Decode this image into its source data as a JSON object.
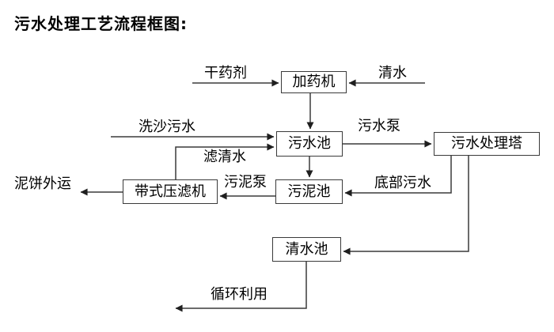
{
  "title": "污水处理工艺流程框图:",
  "nodes": {
    "dosing_machine": "加药机",
    "sewage_pool": "污水池",
    "treatment_tower": "污水处理塔",
    "sludge_pool": "污泥池",
    "belt_filter_press": "带式压滤机",
    "clear_water_pool": "清水池"
  },
  "labels": {
    "dry_chemical": "干药剂",
    "clear_water": "清水",
    "sand_wash_sewage": "洗沙污水",
    "sewage_pump": "污水泵",
    "filtered_water": "滤清水",
    "sludge_pump": "污泥泵",
    "bottom_sewage": "底部污水",
    "mud_cake_out": "泥饼外运",
    "recycle_use": "循环利用"
  },
  "edges": [
    {
      "from": "external",
      "to": "dosing_machine",
      "label": "干药剂"
    },
    {
      "from": "external",
      "to": "dosing_machine",
      "label": "清水"
    },
    {
      "from": "dosing_machine",
      "to": "sewage_pool",
      "label": ""
    },
    {
      "from": "external",
      "to": "sewage_pool",
      "label": "洗沙污水"
    },
    {
      "from": "belt_filter_press",
      "to": "sewage_pool",
      "label": "滤清水"
    },
    {
      "from": "sewage_pool",
      "to": "treatment_tower",
      "label": "污水泵"
    },
    {
      "from": "sewage_pool",
      "to": "sludge_pool",
      "label": ""
    },
    {
      "from": "treatment_tower",
      "to": "sludge_pool",
      "label": "底部污水"
    },
    {
      "from": "treatment_tower",
      "to": "clear_water_pool",
      "label": ""
    },
    {
      "from": "sludge_pool",
      "to": "belt_filter_press",
      "label": "污泥泵"
    },
    {
      "from": "belt_filter_press",
      "to": "external",
      "label": "泥饼外运"
    },
    {
      "from": "clear_water_pool",
      "to": "external",
      "label": "循环利用"
    }
  ],
  "colors": {
    "background": "#ffffff",
    "line": "#3a3a3a",
    "box_border": "#3a3a3a",
    "text": "#000000"
  }
}
